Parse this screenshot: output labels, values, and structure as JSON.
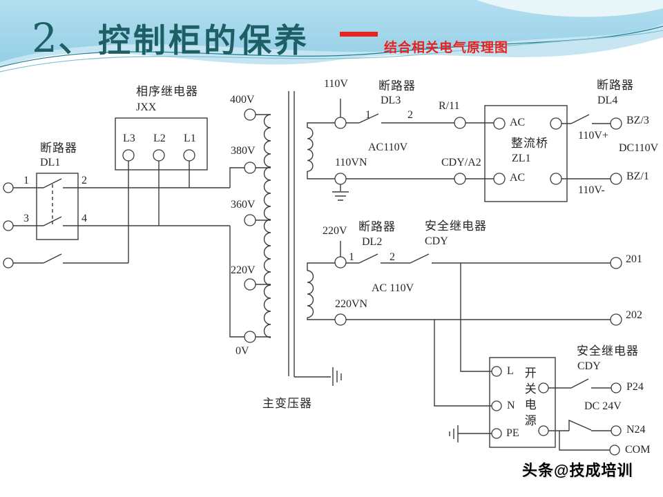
{
  "header": {
    "number": "2、",
    "title": "控制柜的保养",
    "subtitle": "结合相关电气原理图"
  },
  "watermark": "头条@技成培训",
  "colors": {
    "title_teal": "#1e5f66",
    "accent_red": "#e8231f",
    "line": "#3a3a3a",
    "header_blue": "#8ccbe2"
  },
  "labels": {
    "phase_relay_name": "相序继电器",
    "phase_relay_code": "JXX",
    "l3": "L3",
    "l2": "L2",
    "l1": "L1",
    "dl1_name": "断路器",
    "dl1_code": "DL1",
    "dl1_t1": "1",
    "dl1_t2": "2",
    "dl1_t3": "3",
    "dl1_t4": "4",
    "tap_400": "400V",
    "tap_380": "380V",
    "tap_360": "360V",
    "tap_220": "220V",
    "tap_0": "0V",
    "sec110_top": "110V",
    "sec110_bottom": "110VN",
    "dl3_name": "断路器",
    "dl3_code": "DL3",
    "dl3_t1": "1",
    "dl3_t2": "2",
    "r11": "R/11",
    "ac110v": "AC110V",
    "cdy_a2": "CDY/A2",
    "zl1_ac_top": "AC",
    "zl1_ac_bottom": "AC",
    "zl1_name": "整流桥",
    "zl1_code": "ZL1",
    "dl4_name": "断路器",
    "dl4_code": "DL4",
    "v110_plus": "110V+",
    "bz3": "BZ/3",
    "dc110v": "DC110V",
    "bz1": "BZ/1",
    "v110_minus": "110V-",
    "sec220_top": "220V",
    "sec220_bottom": "220VN",
    "dl2_name": "断路器",
    "dl2_code": "DL2",
    "dl2_t1": "1",
    "dl2_t2": "2",
    "cdy1_name": "安全继电器",
    "cdy1_code": "CDY",
    "ac_110v": "AC 110V",
    "n201": "201",
    "n202": "202",
    "psu_l": "L",
    "psu_n": "N",
    "psu_pe": "PE",
    "psu_name": "开关电源",
    "cdy2_name": "安全继电器",
    "cdy2_code": "CDY",
    "p24": "P24",
    "dc_24v": "DC 24V",
    "n24": "N24",
    "com": "COM",
    "main_transformer": "主变压器"
  }
}
